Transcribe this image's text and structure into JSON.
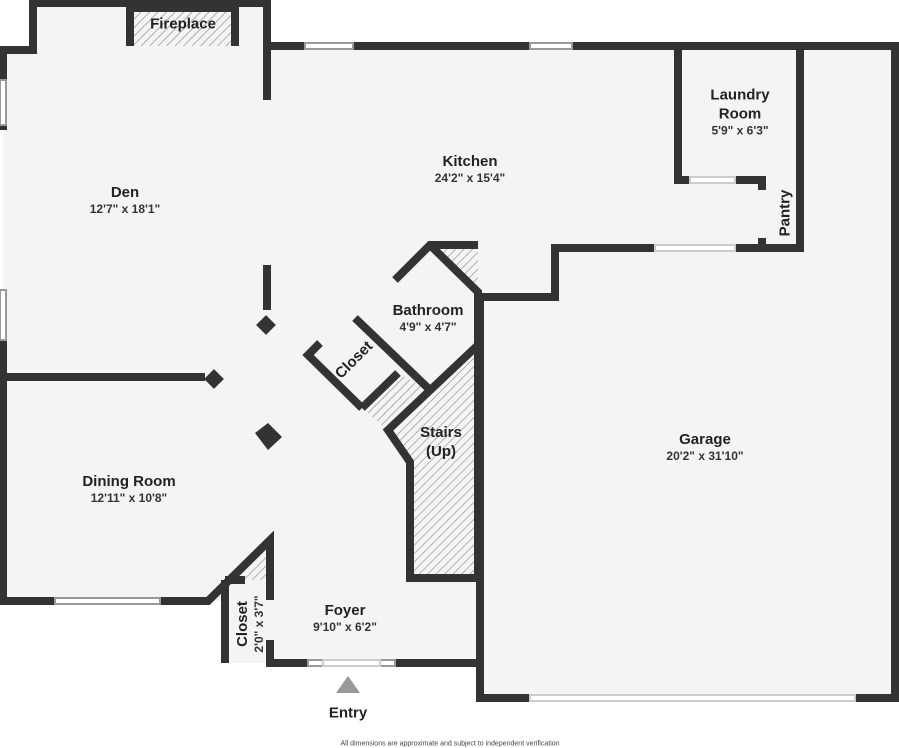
{
  "rooms": {
    "fireplace": {
      "name": "Fireplace"
    },
    "den": {
      "name": "Den",
      "dims": "12'7\" x 18'1\""
    },
    "kitchen": {
      "name": "Kitchen",
      "dims": "24'2\" x 15'4\""
    },
    "laundry": {
      "name": "Laundry Room",
      "dims": "5'9\" x 6'3\""
    },
    "pantry": {
      "name": "Pantry"
    },
    "bathroom": {
      "name": "Bathroom",
      "dims": "4'9\" x 4'7\""
    },
    "closet_bath": {
      "name": "Closet"
    },
    "stairs": {
      "name": "Stairs (Up)"
    },
    "garage": {
      "name": "Garage",
      "dims": "20'2\" x 31'10\""
    },
    "dining": {
      "name": "Dining Room",
      "dims": "12'11\" x 10'8\""
    },
    "foyer": {
      "name": "Foyer",
      "dims": "9'10\" x 6'2\""
    },
    "closet_foyer": {
      "name": "Closet",
      "dims": "2'0\" x 3'7\""
    }
  },
  "entry_label": "Entry",
  "disclaimer": "All dimensions are approximate and subject to independent verification",
  "colors": {
    "wall": "#333333",
    "floor": "#f4f4f4",
    "entry_arrow": "#999999"
  }
}
